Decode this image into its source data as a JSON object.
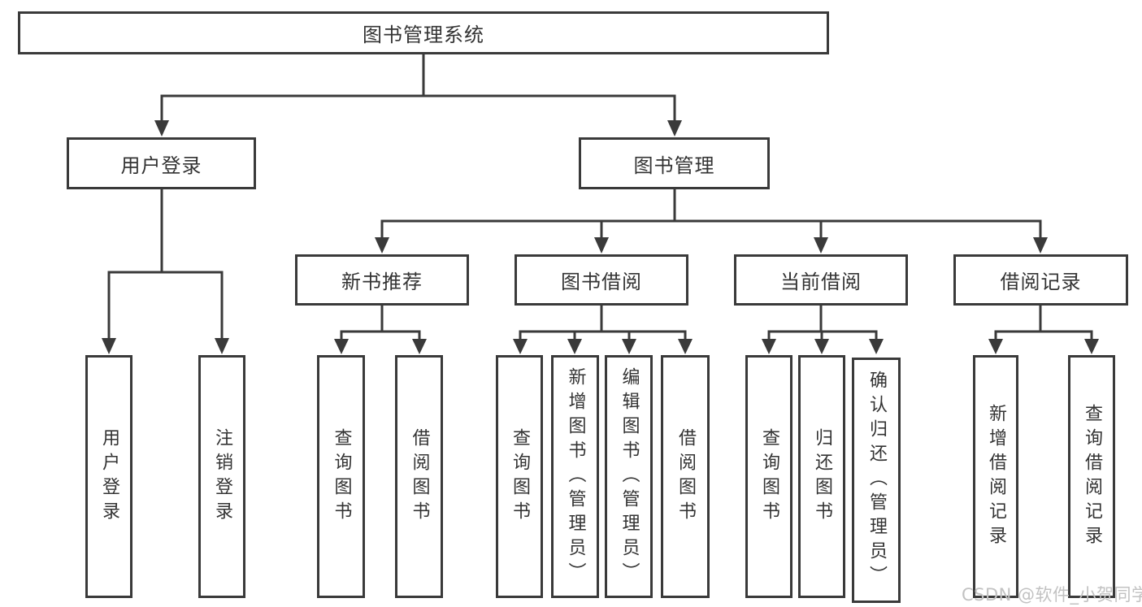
{
  "root": {
    "label": "图书管理系统"
  },
  "level2": {
    "user_login": {
      "label": "用户登录"
    },
    "book_mgmt": {
      "label": "图书管理"
    }
  },
  "level3": {
    "new_book": {
      "label": "新书推荐"
    },
    "book_borrow": {
      "label": "图书借阅"
    },
    "current_borrow": {
      "label": "当前借阅"
    },
    "borrow_record": {
      "label": "借阅记录"
    }
  },
  "leaves": {
    "user_login": [
      "用户登录",
      "注销登录"
    ],
    "new_book": [
      "查询图书",
      "借阅图书"
    ],
    "book_borrow": [
      "查询图书",
      "新增图书（管理员）",
      "编辑图书（管理员）",
      "借阅图书"
    ],
    "current_borrow": [
      "查询图书",
      "归还图书",
      "确认归还（管理员）"
    ],
    "borrow_record": [
      "新增借阅记录",
      "查询借阅记录"
    ]
  },
  "watermark": {
    "text": "CSDN @软件_小贺同学"
  },
  "colors": {
    "line": "#3a3a3a",
    "text": "#333333",
    "node_background": "#ffffff",
    "page_background": "#ffffff",
    "watermark": "#c2c2c2"
  }
}
